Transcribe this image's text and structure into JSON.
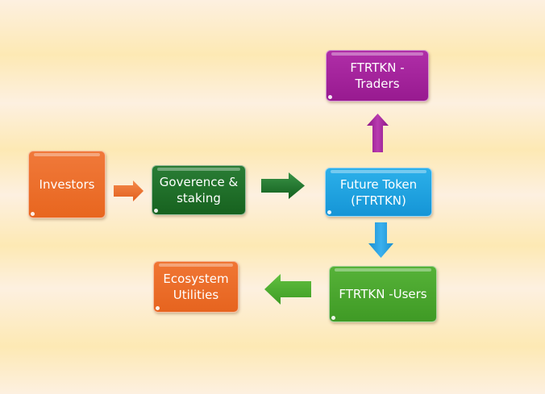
{
  "nodes": {
    "investors": {
      "label": "Investors",
      "color": "#ed6e2a"
    },
    "governance": {
      "label": "Goverence & staking",
      "color": "#1e6e2c"
    },
    "future_token": {
      "label": "Future Token (FTRTKN)",
      "color": "#1aa0dd"
    },
    "traders": {
      "label": "FTRTKN - Traders",
      "color": "#a2209a"
    },
    "users": {
      "label": "FTRTKN -Users",
      "color": "#48a42c"
    },
    "ecosystem": {
      "label": "Ecosystem Utilities",
      "color": "#ec6a28"
    }
  },
  "edges": [
    {
      "from": "Investors",
      "to": "Goverence & staking",
      "direction": "right",
      "color": "#ec6e2a"
    },
    {
      "from": "Goverence & staking",
      "to": "Future Token (FTRTKN)",
      "direction": "right",
      "color": "#1f7a2e"
    },
    {
      "from": "Future Token (FTRTKN)",
      "to": "FTRTKN - Traders",
      "direction": "up",
      "color": "#a0209a"
    },
    {
      "from": "Future Token (FTRTKN)",
      "to": "FTRTKN -Users",
      "direction": "down",
      "color": "#1a9ce0"
    },
    {
      "from": "FTRTKN -Users",
      "to": "Ecosystem Utilities",
      "direction": "left",
      "color": "#4cae30"
    }
  ]
}
